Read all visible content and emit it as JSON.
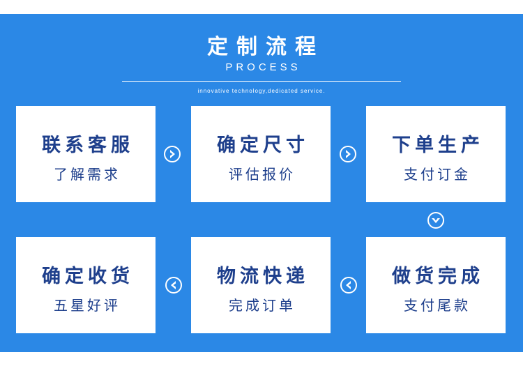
{
  "header": {
    "title": "定制流程",
    "subtitle": "PROCESS",
    "tagline": "innovative technology,dedicated service."
  },
  "steps": [
    {
      "title": "联系客服",
      "subtitle": "了解需求"
    },
    {
      "title": "确定尺寸",
      "subtitle": "评估报价"
    },
    {
      "title": "下单生产",
      "subtitle": "支付订金"
    },
    {
      "title": "做货完成",
      "subtitle": "支付尾款"
    },
    {
      "title": "物流快递",
      "subtitle": "完成订单"
    },
    {
      "title": "确定收货",
      "subtitle": "五星好评"
    }
  ],
  "colors": {
    "panel": "#2b88e6",
    "card_text": "#1e3f8c",
    "arrow": "#ffffff"
  },
  "icons": {
    "arrow_right": "chevron-right-circle-icon",
    "arrow_down": "chevron-down-circle-icon",
    "arrow_left": "chevron-left-circle-icon"
  }
}
